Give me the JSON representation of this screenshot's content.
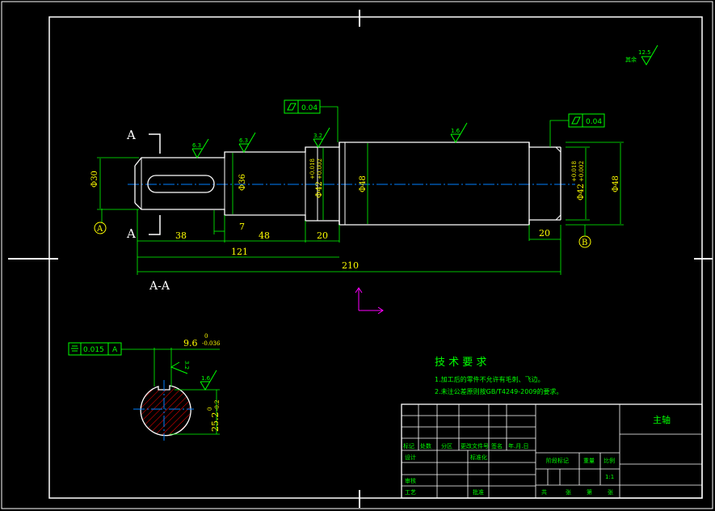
{
  "section_marks": {
    "a_top": "A",
    "a_bottom": "A",
    "section_view_title": "A-A"
  },
  "datums": {
    "a": "A",
    "b": "B"
  },
  "dimensions": {
    "d_left": "Φ30",
    "d_shoulder": "Φ36",
    "d_bearing_left": "Φ42",
    "d_bearing_left_tol_upper": "+0.018",
    "d_bearing_left_tol_lower": "+0.002",
    "d_mid": "Φ48",
    "d_bearing_right": "Φ42",
    "d_bearing_right_tol_upper": "+0.018",
    "d_bearing_right_tol_lower": "+0.002",
    "d_right": "Φ48",
    "len_38": "38",
    "len_7": "7",
    "len_48": "48",
    "len_20_left": "20",
    "len_20_right": "20",
    "len_121": "121",
    "len_210": "210",
    "key_width": "9.6",
    "key_width_tol_upper": "0",
    "key_width_tol_lower": "-0.036",
    "key_depth": "25.2",
    "key_depth_tol_upper": "0",
    "key_depth_tol_lower": "-0.2"
  },
  "roughness": {
    "r1": "6.3",
    "r2": "6.3",
    "r3": "3.2",
    "r4": "1.6",
    "r_key_side": "3.2",
    "r_key_bottom": "1.6",
    "general_value": "12.5",
    "general_label": "其余"
  },
  "tolerance_frames": {
    "left_runout": "0.04",
    "right_runout": "0.04",
    "symmetry_value": "0.015",
    "symmetry_datum": "A"
  },
  "technical_requirements": {
    "title": "技 术 要 求",
    "items": [
      "1.加工后的零件不允许有毛刺、飞边。",
      "2.未注公差原则按GB/T4249-2009的要求。"
    ]
  },
  "title_block": {
    "part_name": "主轴",
    "headers": [
      "标记",
      "处数",
      "分区",
      "更改文件号",
      "签名",
      "年.月.日"
    ],
    "row_design": "设计",
    "row_standard": "标准化",
    "row_review": "审核",
    "row_process": "工艺",
    "row_approve": "批准",
    "stage_mark": "阶段标记",
    "weight": "重量",
    "scale": "比例",
    "scale_value": "1:1",
    "sheets_total": "共",
    "sheet_label": "张",
    "sheet_no": "第",
    "sheet_label2": "张"
  },
  "colors": {
    "outline": "#ffffff",
    "dimension": "#00ff00",
    "datum": "#ffff00",
    "centerline": "#0080ff",
    "ucs": "#ff00ff",
    "hatch": "#ff0000"
  }
}
